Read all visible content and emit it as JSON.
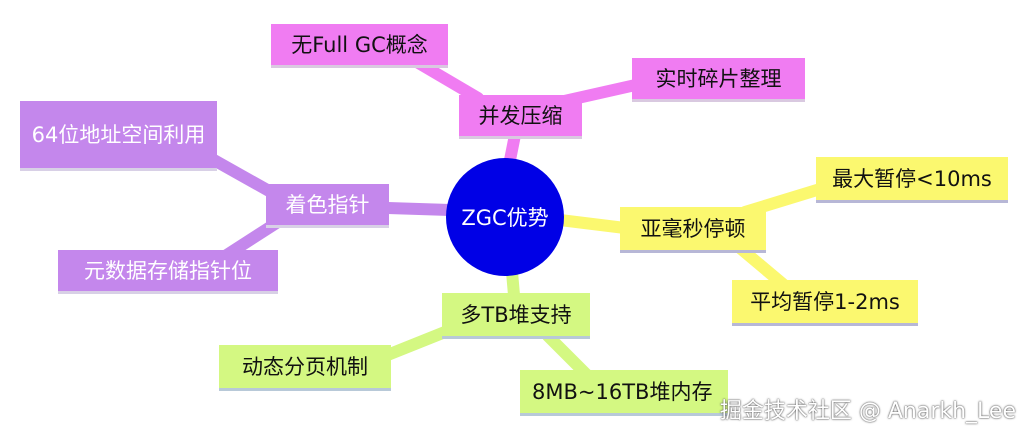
{
  "diagram": {
    "center": "ZGC优势",
    "branches": [
      {
        "id": "compaction",
        "label": "并发压缩",
        "color": "#f07cf2",
        "children": [
          "无Full GC概念",
          "实时碎片整理"
        ]
      },
      {
        "id": "colored-pointers",
        "label": "着色指针",
        "color": "#c487ec",
        "children": [
          "64位地址空间利用",
          "元数据存储指针位"
        ]
      },
      {
        "id": "pause",
        "label": "亚毫秒停顿",
        "color": "#fbf86f",
        "children": [
          "最大暂停<10ms",
          "平均暂停1-2ms"
        ]
      },
      {
        "id": "heap",
        "label": "多TB堆支持",
        "color": "#d4f882",
        "children": [
          "动态分页机制",
          "8MB~16TB堆内存"
        ]
      }
    ]
  },
  "watermark": "掘金技术社区 @ Anarkh_Lee"
}
